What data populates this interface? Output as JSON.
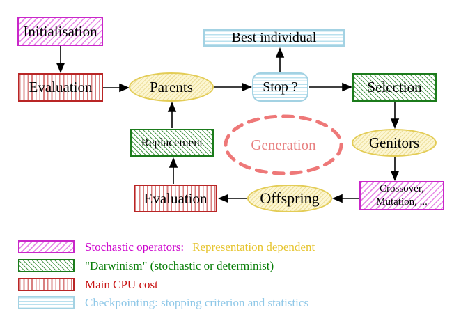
{
  "nodes": {
    "initialisation": "Initialisation",
    "evaluation_top": "Evaluation",
    "best_individual": "Best individual",
    "parents": "Parents",
    "stop": "Stop ?",
    "selection": "Selection",
    "replacement": "Replacement",
    "genitors": "Genitors",
    "crossover_line1": "Crossover,",
    "crossover_line2": "Mutation, ...",
    "offspring": "Offspring",
    "evaluation_bottom": "Evaluation",
    "generation": "Generation"
  },
  "legend": {
    "stochastic_label": "Stochastic operators:",
    "representation_label": "Representation dependent",
    "darwinism_label": "\"Darwinism\" (stochastic or determinist)",
    "cpu_label": "Main CPU cost",
    "checkpointing_label": "Checkpointing: stopping criterion and statistics"
  },
  "colors": {
    "magenta_border": "#C926C9",
    "magenta_hatch": "#E78AE7",
    "green_border": "#1B7B1B",
    "green_hatch": "#4E9A4E",
    "red_border": "#B92525",
    "red_stripe": "#D98080",
    "cyan_border": "#A3D2E3",
    "cyan_stripe": "#B9E0EE",
    "yellow_border": "#E3CC55",
    "yellow_fill": "#FCF6D2",
    "salmon": "#E88080",
    "legend_magenta_text": "#CC00CC",
    "legend_gold_text": "#E6C42E",
    "legend_green_text": "#067D06",
    "legend_red_text": "#C81414",
    "legend_blue_text": "#8FC8E8",
    "arrow": "#000000"
  }
}
